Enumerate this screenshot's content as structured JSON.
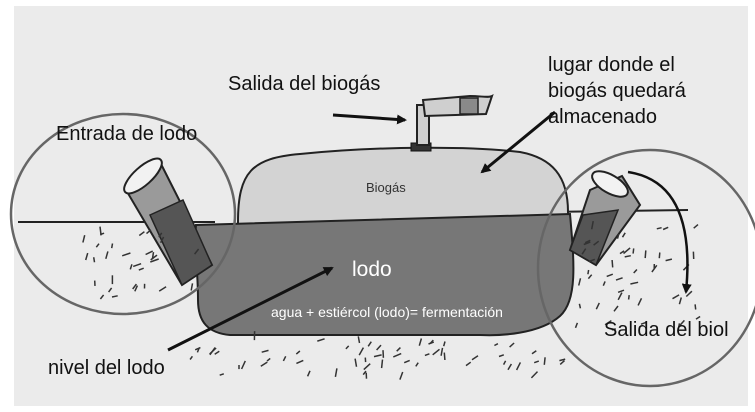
{
  "labels": {
    "inlet": "Entrada de lodo",
    "gas_outlet": "Salida del biogás",
    "storage": "lugar donde el\nbiogás quedará\nalmacenado",
    "biogas": "Biogás",
    "sludge": "lodo",
    "formula": "agua + estiércol (lodo)= fermentación",
    "sludge_level": "nivel del lodo",
    "biol_outlet": "Salida del biol"
  },
  "colors": {
    "background": "#ebebeb",
    "gas_zone": "#d3d3d3",
    "sludge": "#777777",
    "ink": "#111111"
  }
}
